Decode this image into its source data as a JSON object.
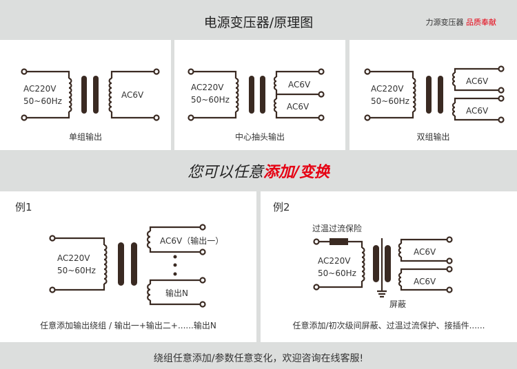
{
  "header": {
    "title": "电源变压器/原理图",
    "brand_prefix": "力源变压器",
    "brand_highlight": "品质奉献"
  },
  "diagrams": [
    {
      "caption": "单组输出",
      "input": "AC220V",
      "freq": "50~60Hz",
      "outputs": [
        "AC6V"
      ]
    },
    {
      "caption": "中心抽头输出",
      "input": "AC220V",
      "freq": "50~60Hz",
      "outputs": [
        "AC6V",
        "AC6V"
      ]
    },
    {
      "caption": "双组输出",
      "input": "AC220V",
      "freq": "50~60Hz",
      "outputs": [
        "AC6V",
        "AC6V"
      ]
    }
  ],
  "slogan": {
    "prefix": "您可以任意",
    "highlight": "添加/变换"
  },
  "examples": [
    {
      "title": "例1",
      "input": "AC220V",
      "freq": "50~60Hz",
      "outputs": [
        "AC6V（输出一）",
        "输出N"
      ],
      "caption": "任意添加输出绕组 / 输出一+输出二+......输出N"
    },
    {
      "title": "例2",
      "input": "AC220V",
      "freq": "50~60Hz",
      "fuse_label": "过温过流保险",
      "shield_label": "屏蔽",
      "outputs": [
        "AC6V",
        "AC6V"
      ],
      "caption": "任意添加/初次级间屏蔽、过温过流保护、接插件......"
    }
  ],
  "footer": {
    "text": "绕组任意添加/参数任意变化，欢迎咨询在线客服!"
  },
  "colors": {
    "accent": "#e60012",
    "wire": "#3a2a22",
    "background": "#dcdedd"
  }
}
